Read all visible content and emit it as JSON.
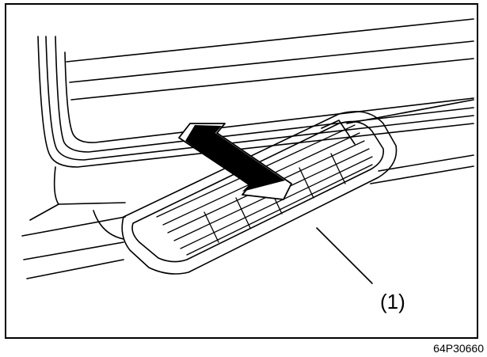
{
  "figure": {
    "callout_label": "(1)",
    "figure_code": "64P30660",
    "line_color": "#000000",
    "background": "#ffffff"
  },
  "icons": {
    "arrow": "double-headed-arrow-icon",
    "step": "sliding-step-illustration"
  }
}
